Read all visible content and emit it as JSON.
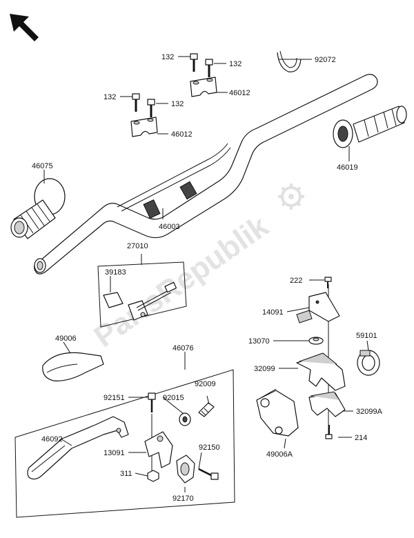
{
  "watermark": "PartsRepublik",
  "labels": {
    "p132_a": "132",
    "p132_b": "132",
    "p132_c": "132",
    "p132_d": "132",
    "p92072": "92072",
    "p46012_a": "46012",
    "p46012_b": "46012",
    "p46075": "46075",
    "p46019": "46019",
    "p46003": "46003",
    "p27010": "27010",
    "p39183": "39183",
    "p222": "222",
    "p14091": "14091",
    "p49006": "49006",
    "p13070": "13070",
    "p59101": "59101",
    "p46076": "46076",
    "p32099": "32099",
    "p92009": "92009",
    "p92151": "92151",
    "p92015": "92015",
    "p32099A": "32099A",
    "p46092": "46092",
    "p214": "214",
    "p49006A": "49006A",
    "p13091": "13091",
    "p92150": "92150",
    "p311": "311",
    "p92170": "92170"
  },
  "icons": {
    "direction": "arrow-up-left-icon",
    "watermark_logo": "gear-icon"
  }
}
